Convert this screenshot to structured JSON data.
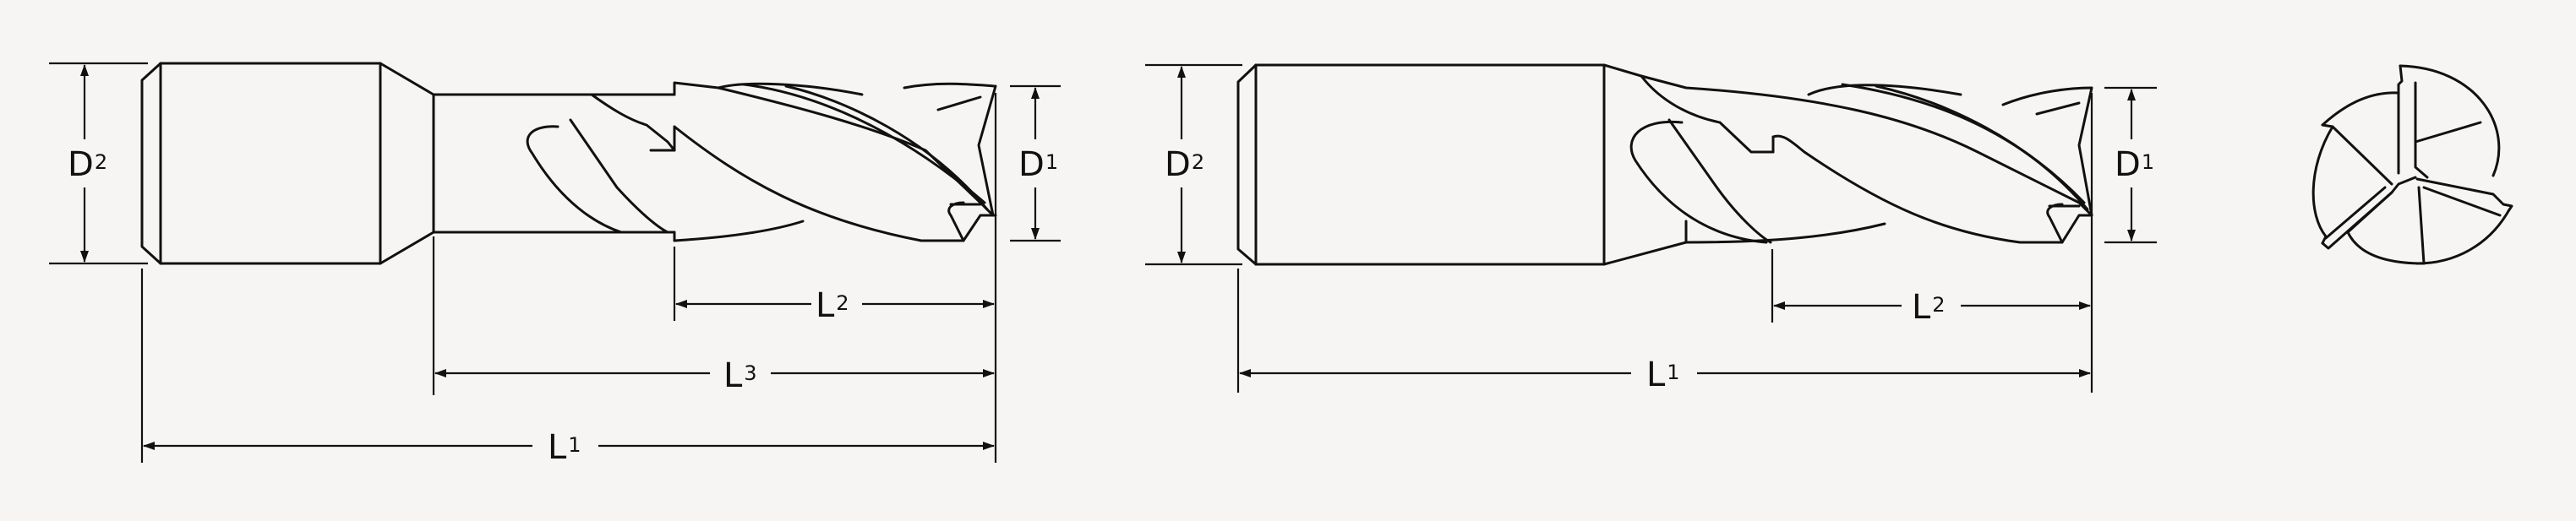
{
  "labels": {
    "d2_left": {
      "base": "D",
      "sub": "2"
    },
    "d1_left": {
      "base": "D",
      "sub": "1"
    },
    "l2_left": {
      "base": "L",
      "sub": "2"
    },
    "l3_left": {
      "base": "L",
      "sub": "3"
    },
    "l1_left": {
      "base": "L",
      "sub": "1"
    },
    "d2_right": {
      "base": "D",
      "sub": "2"
    },
    "d1_right": {
      "base": "D",
      "sub": "1"
    },
    "l2_right": {
      "base": "L",
      "sub": "2"
    },
    "l1_right": {
      "base": "L",
      "sub": "1"
    }
  },
  "colors": {
    "line": "#111111",
    "background": "#f6f5f3"
  }
}
